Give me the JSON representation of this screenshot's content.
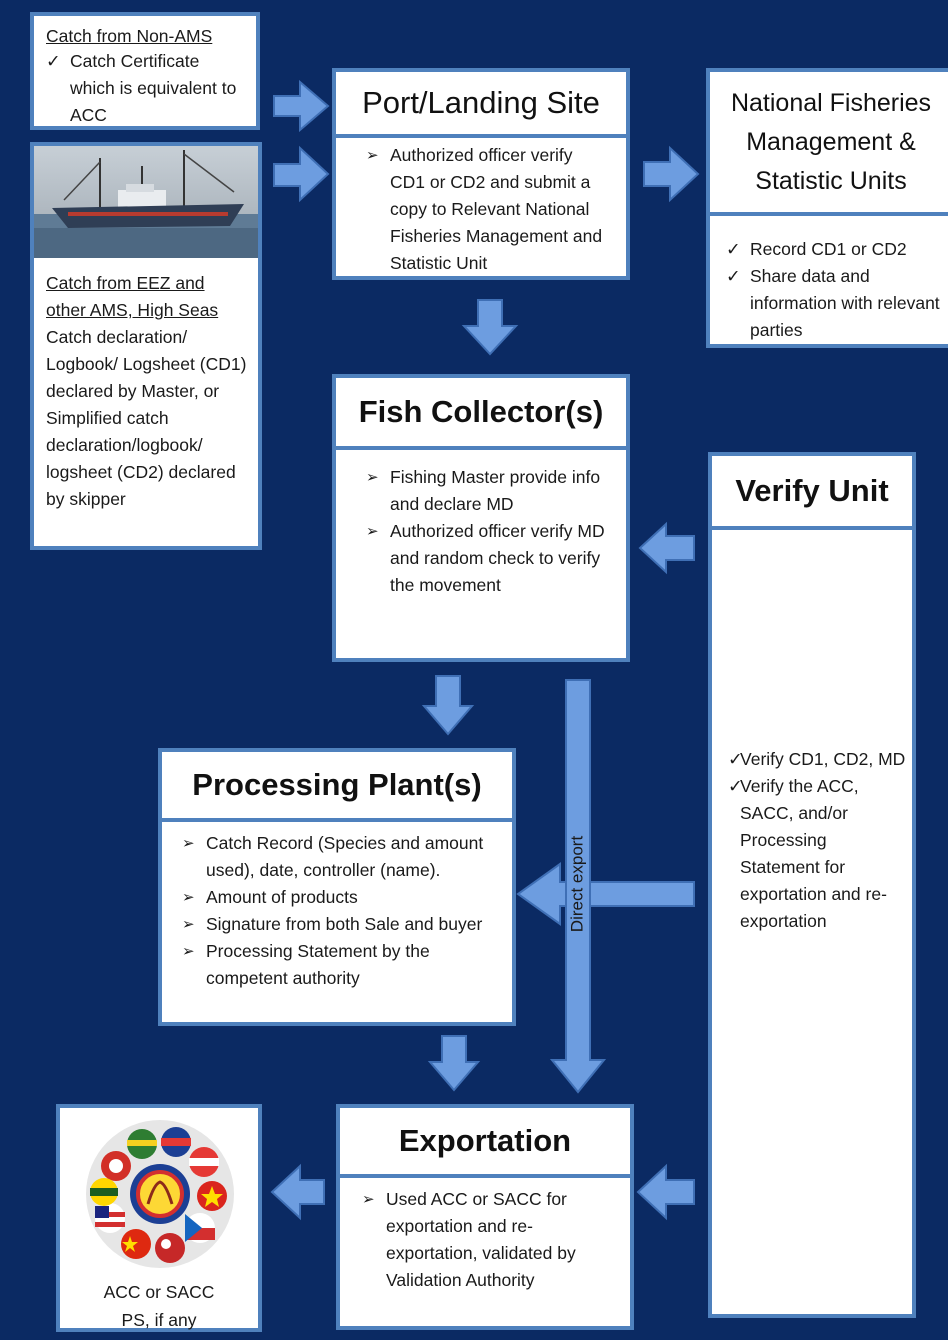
{
  "non_ams": {
    "heading": "Catch from Non-AMS",
    "items": [
      "Catch Certificate which is equivalent to ACC"
    ]
  },
  "eez": {
    "image": "fishing-vessel-photo",
    "heading_line1": "Catch from EEZ and",
    "heading_line2": "other AMS, High Seas",
    "text": "Catch declaration/ Logbook/ Logsheet (CD1) declared by Master,  or Simplified catch declaration/logbook/ logsheet (CD2) declared by skipper"
  },
  "port": {
    "title": "Port/Landing Site",
    "items": [
      "Authorized officer verify CD1 or CD2 and submit a copy to Relevant National Fisheries Management and Statistic Unit"
    ]
  },
  "nfm": {
    "title": "National Fisheries Management & Statistic Units",
    "items": [
      "Record CD1 or CD2",
      "Share data and information with relevant parties"
    ]
  },
  "collector": {
    "title": "Fish Collector(s)",
    "items": [
      "Fishing Master provide info and declare MD",
      "Authorized officer verify MD and random check to verify the movement"
    ]
  },
  "verify": {
    "title": "Verify Unit",
    "items": [
      "Verify CD1, CD2, MD",
      "Verify the ACC, SACC, and/or Processing Statement for exportation and re-exportation"
    ]
  },
  "plant": {
    "title": "Processing Plant(s)",
    "items": [
      "Catch Record (Species and amount used), date, controller (name).",
      "Amount of products",
      "Signature from both Sale and buyer",
      "Processing Statement by the competent authority"
    ]
  },
  "direct_export": "Direct export",
  "export": {
    "title": "Exportation",
    "items": [
      "Used ACC or SACC for exportation and re-exportation, validated by Validation Authority"
    ]
  },
  "acc": {
    "image": "asean-flags-emblem",
    "line1": "ACC or SACC",
    "line2": "PS, if any"
  },
  "colors": {
    "background": "#0b2a63",
    "box_border": "#4f81bd",
    "arrow_fill": "#6d9de0",
    "arrow_stroke": "#3f6fb5"
  }
}
